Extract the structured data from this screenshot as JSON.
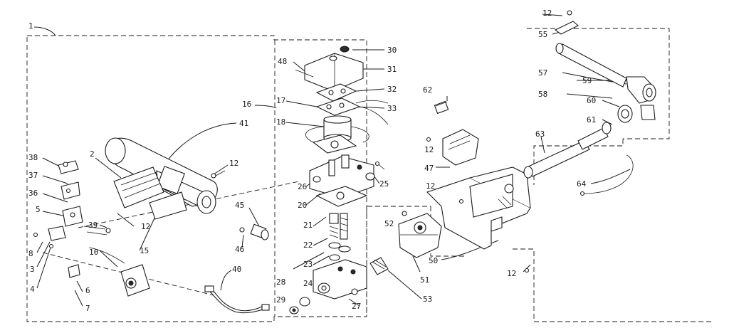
{
  "callouts": [
    "1",
    "2",
    "3",
    "4",
    "5",
    "6",
    "7",
    "8",
    "10",
    "12",
    "15",
    "16",
    "17",
    "18",
    "20",
    "21",
    "22",
    "23",
    "24",
    "25",
    "26",
    "27",
    "28",
    "29",
    "30",
    "31",
    "32",
    "33",
    "36",
    "37",
    "38",
    "39",
    "40",
    "41",
    "45",
    "46",
    "47",
    "48",
    "50",
    "51",
    "52",
    "53",
    "55",
    "57",
    "58",
    "59",
    "60",
    "61",
    "62",
    "63",
    "64"
  ]
}
